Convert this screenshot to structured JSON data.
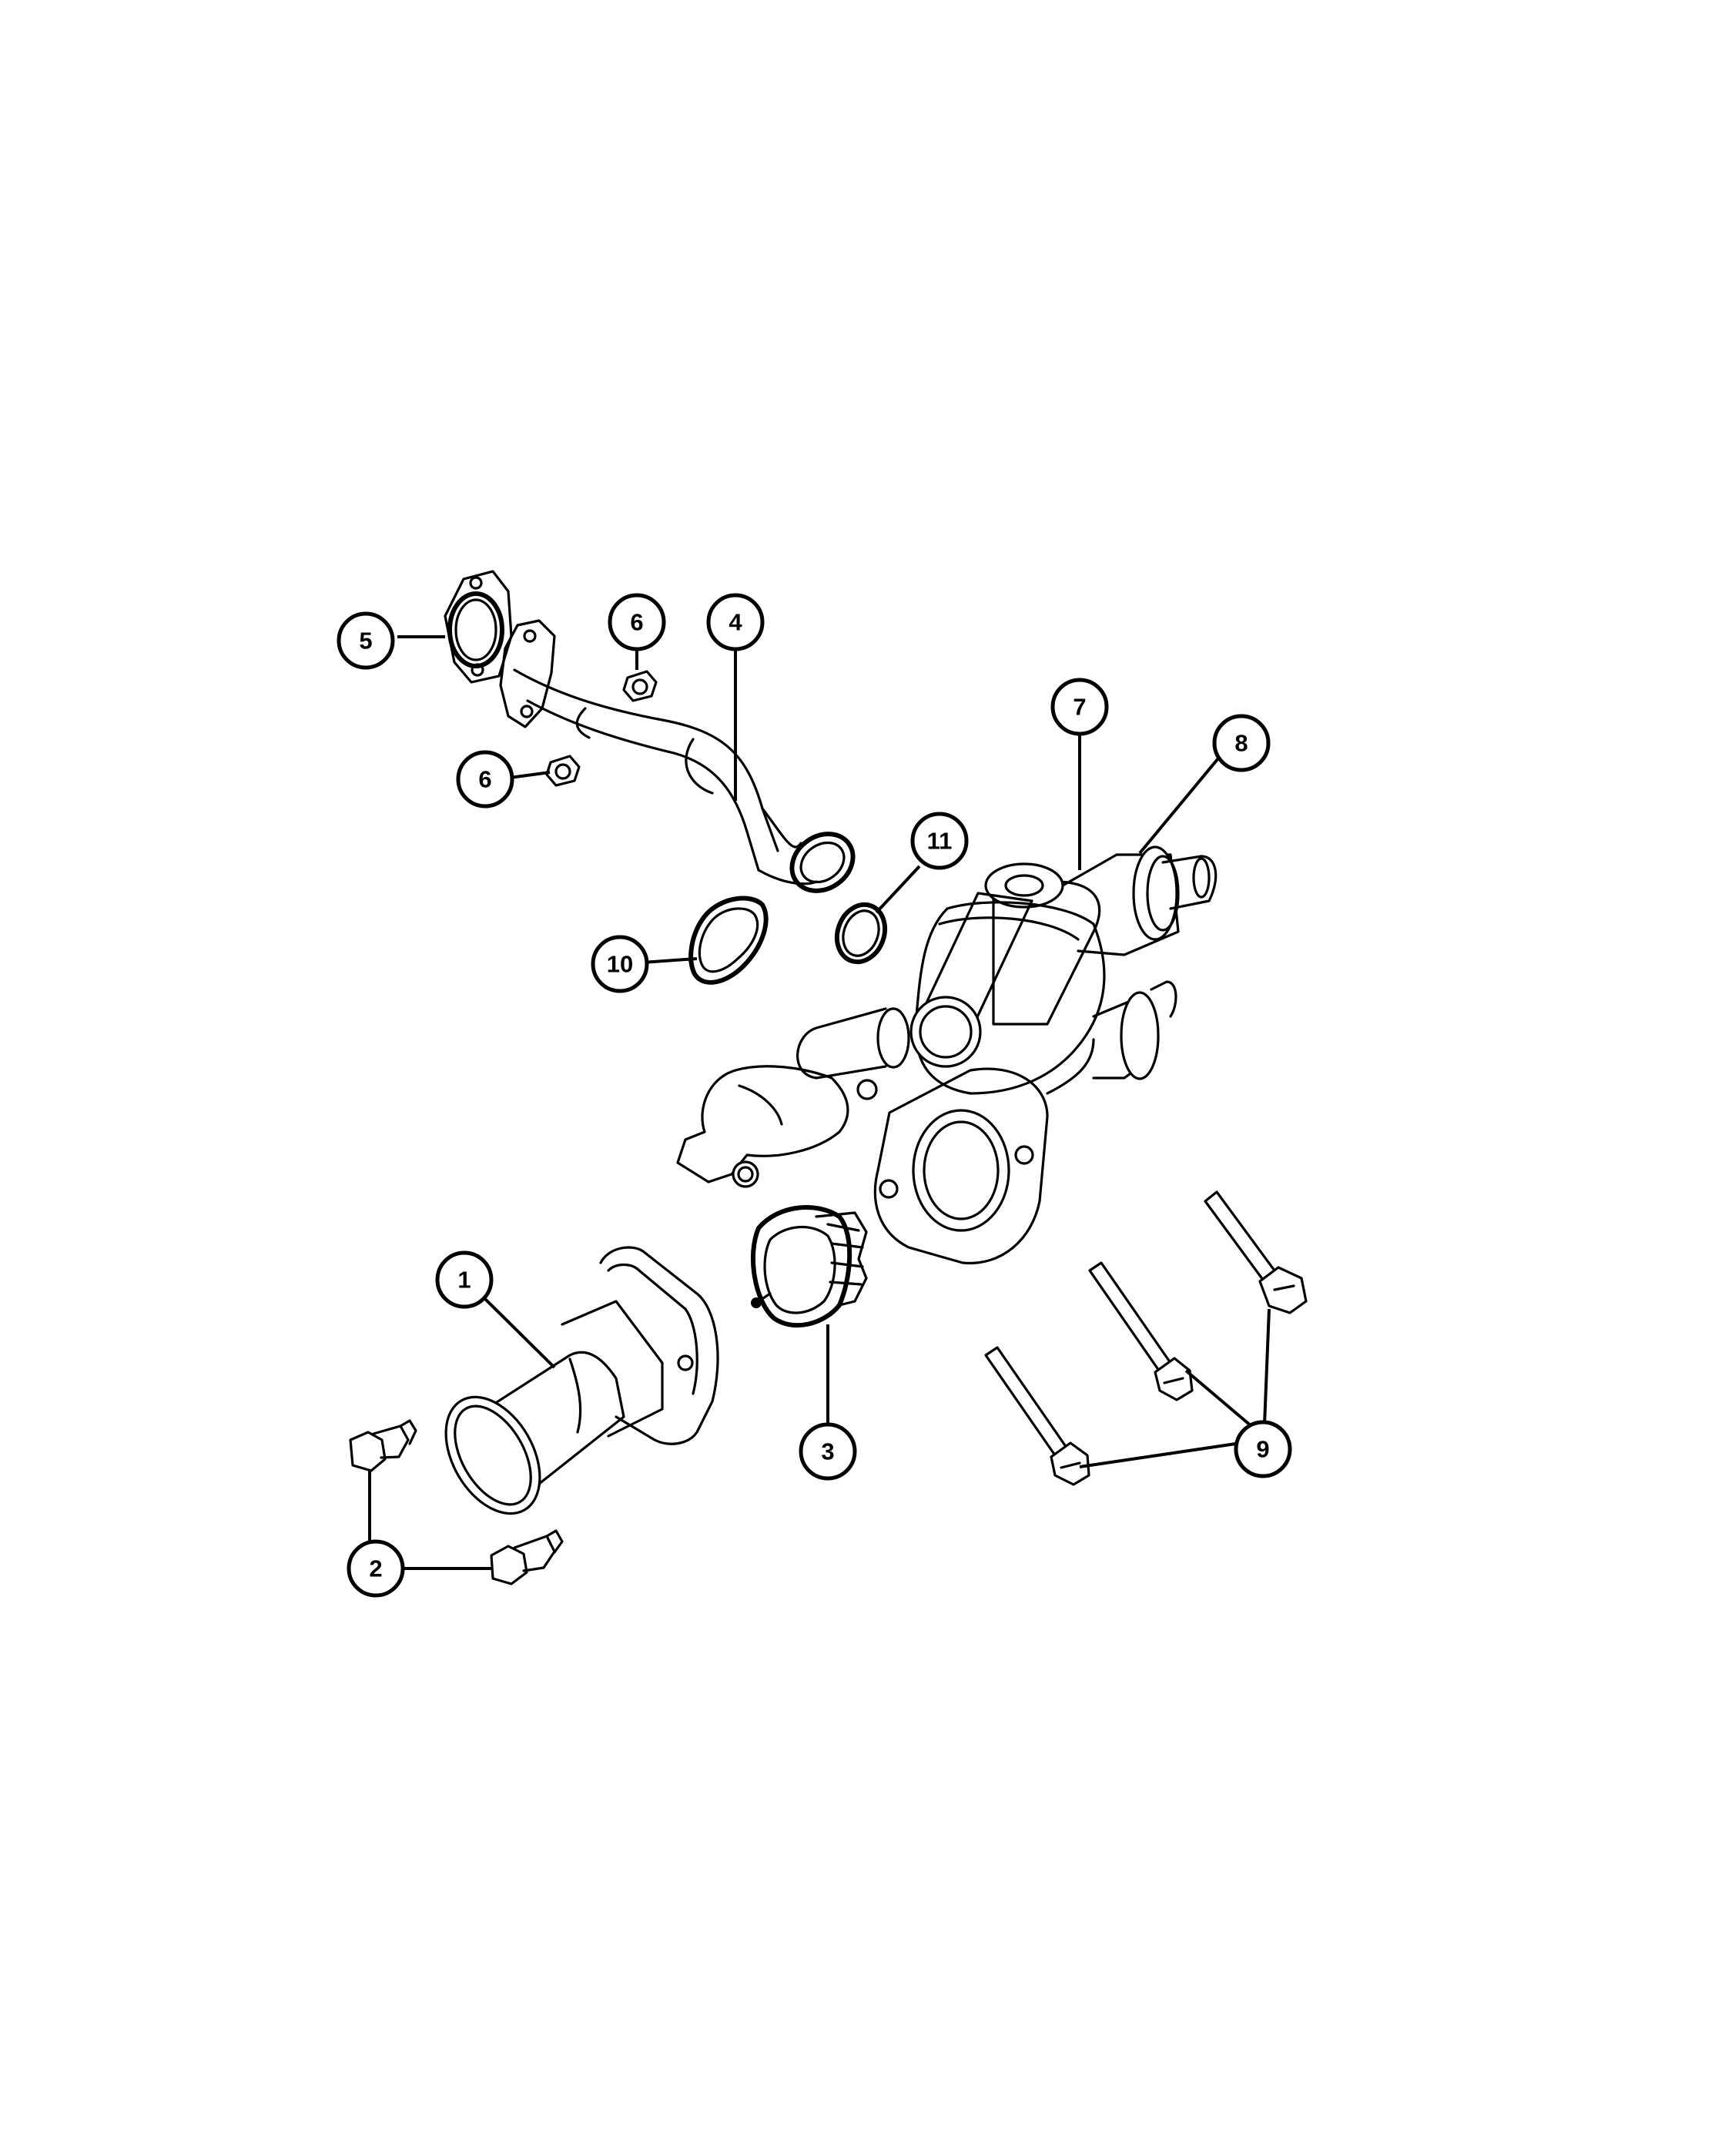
{
  "callouts": [
    {
      "id": "c1",
      "label": "1"
    },
    {
      "id": "c2",
      "label": "2"
    },
    {
      "id": "c3",
      "label": "3"
    },
    {
      "id": "c4",
      "label": "4"
    },
    {
      "id": "c5",
      "label": "5"
    },
    {
      "id": "c6a",
      "label": "6"
    },
    {
      "id": "c6b",
      "label": "6"
    },
    {
      "id": "c7",
      "label": "7"
    },
    {
      "id": "c8",
      "label": "8"
    },
    {
      "id": "c9",
      "label": "9"
    },
    {
      "id": "c10",
      "label": "10"
    },
    {
      "id": "c11",
      "label": "11"
    }
  ]
}
